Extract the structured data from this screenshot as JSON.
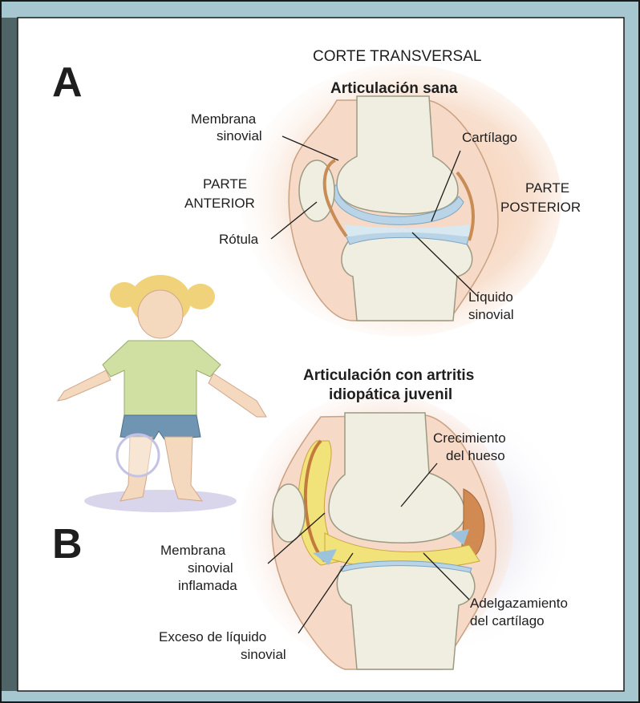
{
  "panels": {
    "a_letter": "A",
    "b_letter": "B"
  },
  "section_a": {
    "view_title": "CORTE TRANSVERSAL",
    "heading": "Articulación sana",
    "membrana_line1": "Membrana",
    "membrana_line2": "sinovial",
    "cartilago": "Cartílago",
    "anterior_line1": "PARTE",
    "anterior_line2": "ANTERIOR",
    "posterior_line1": "PARTE",
    "posterior_line2": "POSTERIOR",
    "rotula": "Rótula",
    "liquido_line1": "Líquido",
    "liquido_line2": "sinovial"
  },
  "section_b": {
    "heading_line1": "Articulación con artritis",
    "heading_line2": "idiopática juvenil",
    "crecimiento_line1": "Crecimiento",
    "crecimiento_line2": "del hueso",
    "membrana_line1": "Membrana",
    "membrana_line2": "sinovial",
    "membrana_line3": "inflamada",
    "adelgazamiento_line1": "Adelgazamiento",
    "adelgazamiento_line2": "del cartílago",
    "exceso_line1": "Exceso de líquido",
    "exceso_line2": "sinovial"
  },
  "colors": {
    "frame_left": "#4f6467",
    "frame_top": "#a6c7cf",
    "skin": "#f3d6bf",
    "bone": "#efeee0",
    "cartilage": "#b8d4e6",
    "membrane": "#d9a15f",
    "inflamed": "#f2e27a"
  }
}
